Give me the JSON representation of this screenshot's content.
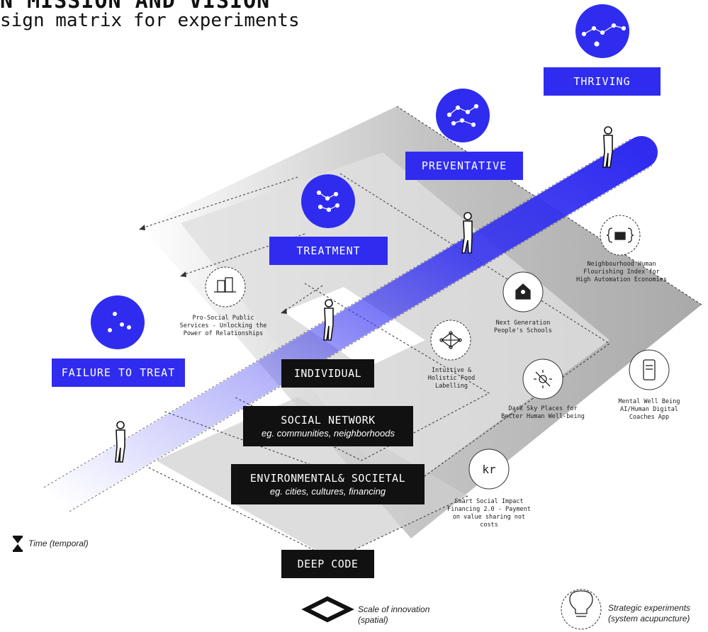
{
  "header": {
    "title": "N MISSION AND VISION",
    "subtitle": "sign matrix for experiments"
  },
  "stages": [
    {
      "label": "THRIVING"
    },
    {
      "label": "PREVENTATIVE"
    },
    {
      "label": "TREATMENT"
    },
    {
      "label": "FAILURE TO TREAT"
    }
  ],
  "levels": [
    {
      "title": "INDIVIDUAL",
      "subtitle": ""
    },
    {
      "title": "SOCIAL NETWORK",
      "subtitle": "eg. communities, neighborhoods"
    },
    {
      "title": "ENVIRONMENTAL& SOCIETAL",
      "subtitle": "eg. cities, cultures, financing"
    },
    {
      "title": "DEEP CODE",
      "subtitle": ""
    }
  ],
  "experiments": [
    {
      "label": "Pro-Social Public Services - Unlocking the Power of Relationships",
      "icon": "building-icon"
    },
    {
      "label": "Neighbourhood Human Flourishing Index for High Automation Economies",
      "icon": "robot-braces-icon"
    },
    {
      "label": "Next Generation People's Schools",
      "icon": "school-icon"
    },
    {
      "label": "Intuitive & Holistic Food Labelling",
      "icon": "network-icon"
    },
    {
      "label": "Dark Sky Places for Better Human Well-being",
      "icon": "no-light-icon"
    },
    {
      "label": "Mental Well Being AI/Human Digital Coaches App",
      "icon": "phone-icon"
    },
    {
      "label": "Smart Social Impact Financing 2.0 - Payment on value sharing not costs",
      "icon": "kr-icon"
    }
  ],
  "legend": {
    "time": "Time (temporal)",
    "scale_line1": "Scale of innovation",
    "scale_line2": "(spatial)",
    "experiments_line1": "Strategic experiments",
    "experiments_line2": "(system acupuncture)"
  },
  "colors": {
    "accent": "#2f2cf0",
    "dark": "#111111",
    "plane": "#bdbdbd"
  }
}
